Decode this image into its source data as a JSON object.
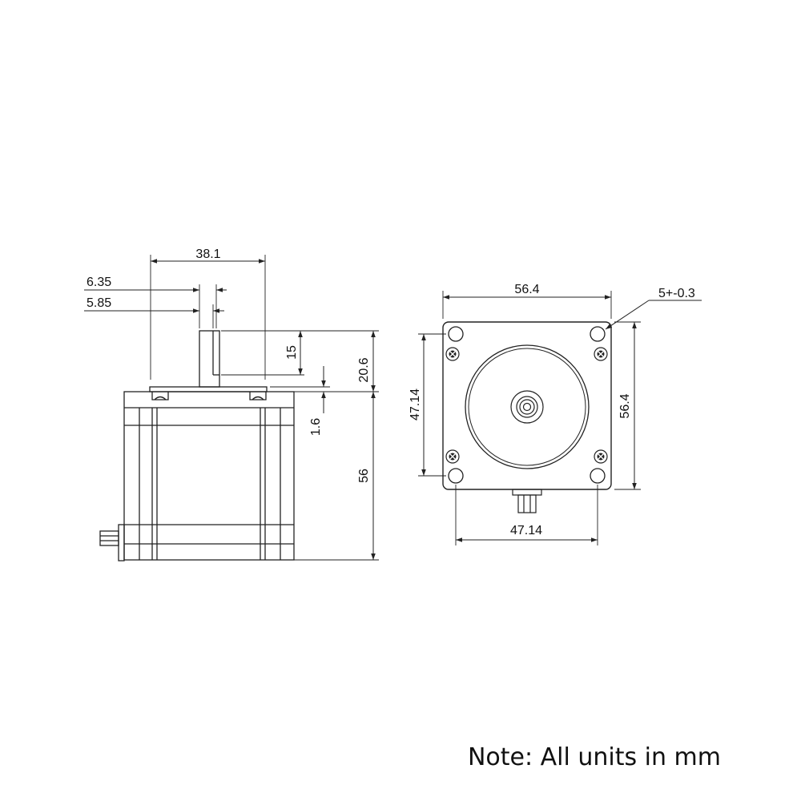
{
  "side_view": {
    "dimensions": {
      "shaft_length": "38.1",
      "shaft_diameter": "6.35",
      "flat_width": "5.85",
      "flat_length": "15",
      "shaft_extension": "20.6",
      "boss_height": "1.6",
      "body_length": "56"
    }
  },
  "front_view": {
    "dimensions": {
      "width_top": "56.4",
      "hole_diameter": "5+-0.3",
      "hole_spacing_vertical": "47.14",
      "height_right": "56.4",
      "hole_spacing_bottom": "47.14"
    }
  },
  "note": "Note: All units in mm"
}
